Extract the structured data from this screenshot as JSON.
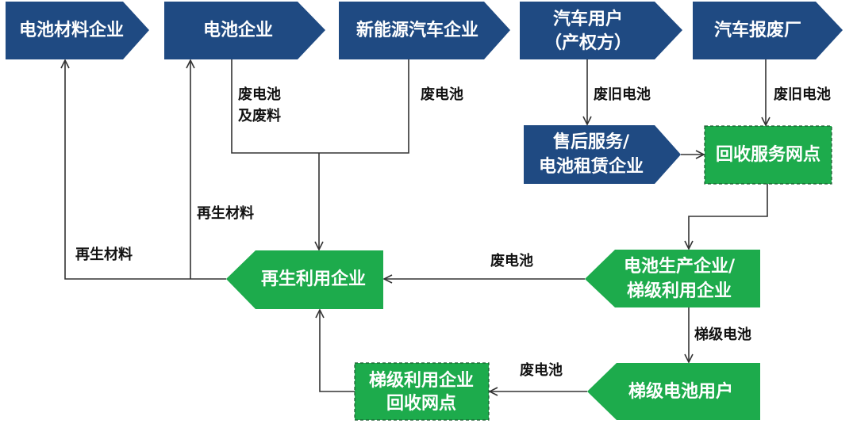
{
  "colors": {
    "blue": "#1f4a82",
    "green": "#1dab4c",
    "line": "#333333"
  },
  "nodes": {
    "materials": "电池材料企业",
    "battery_maker": "电池企业",
    "nev_maker": "新能源汽车企业",
    "car_user": [
      "汽车用户",
      "（产权方）"
    ],
    "scrap_plant": "汽车报废厂",
    "aftersales": [
      "售后服务/",
      "电池租赁企业"
    ],
    "recycle_point": "回收服务网点",
    "recycler": "再生利用企业",
    "producer_cascade": [
      "电池生产企业/",
      "梯级利用企业"
    ],
    "cascade_user": "梯级电池用户",
    "cascade_point": [
      "梯级利用企业",
      "回收网点"
    ]
  },
  "labels": {
    "waste_and_scrap": [
      "废电池",
      "及废料"
    ],
    "waste_battery_nev": "废电池",
    "used_battery_user": "废旧电池",
    "used_battery_scrap": "废旧电池",
    "recycled_material_1": "再生材料",
    "recycled_material_2": "再生材料",
    "waste_battery_producer": "废电池",
    "cascade_battery": "梯级电池",
    "waste_battery_cascade": "废电池"
  }
}
